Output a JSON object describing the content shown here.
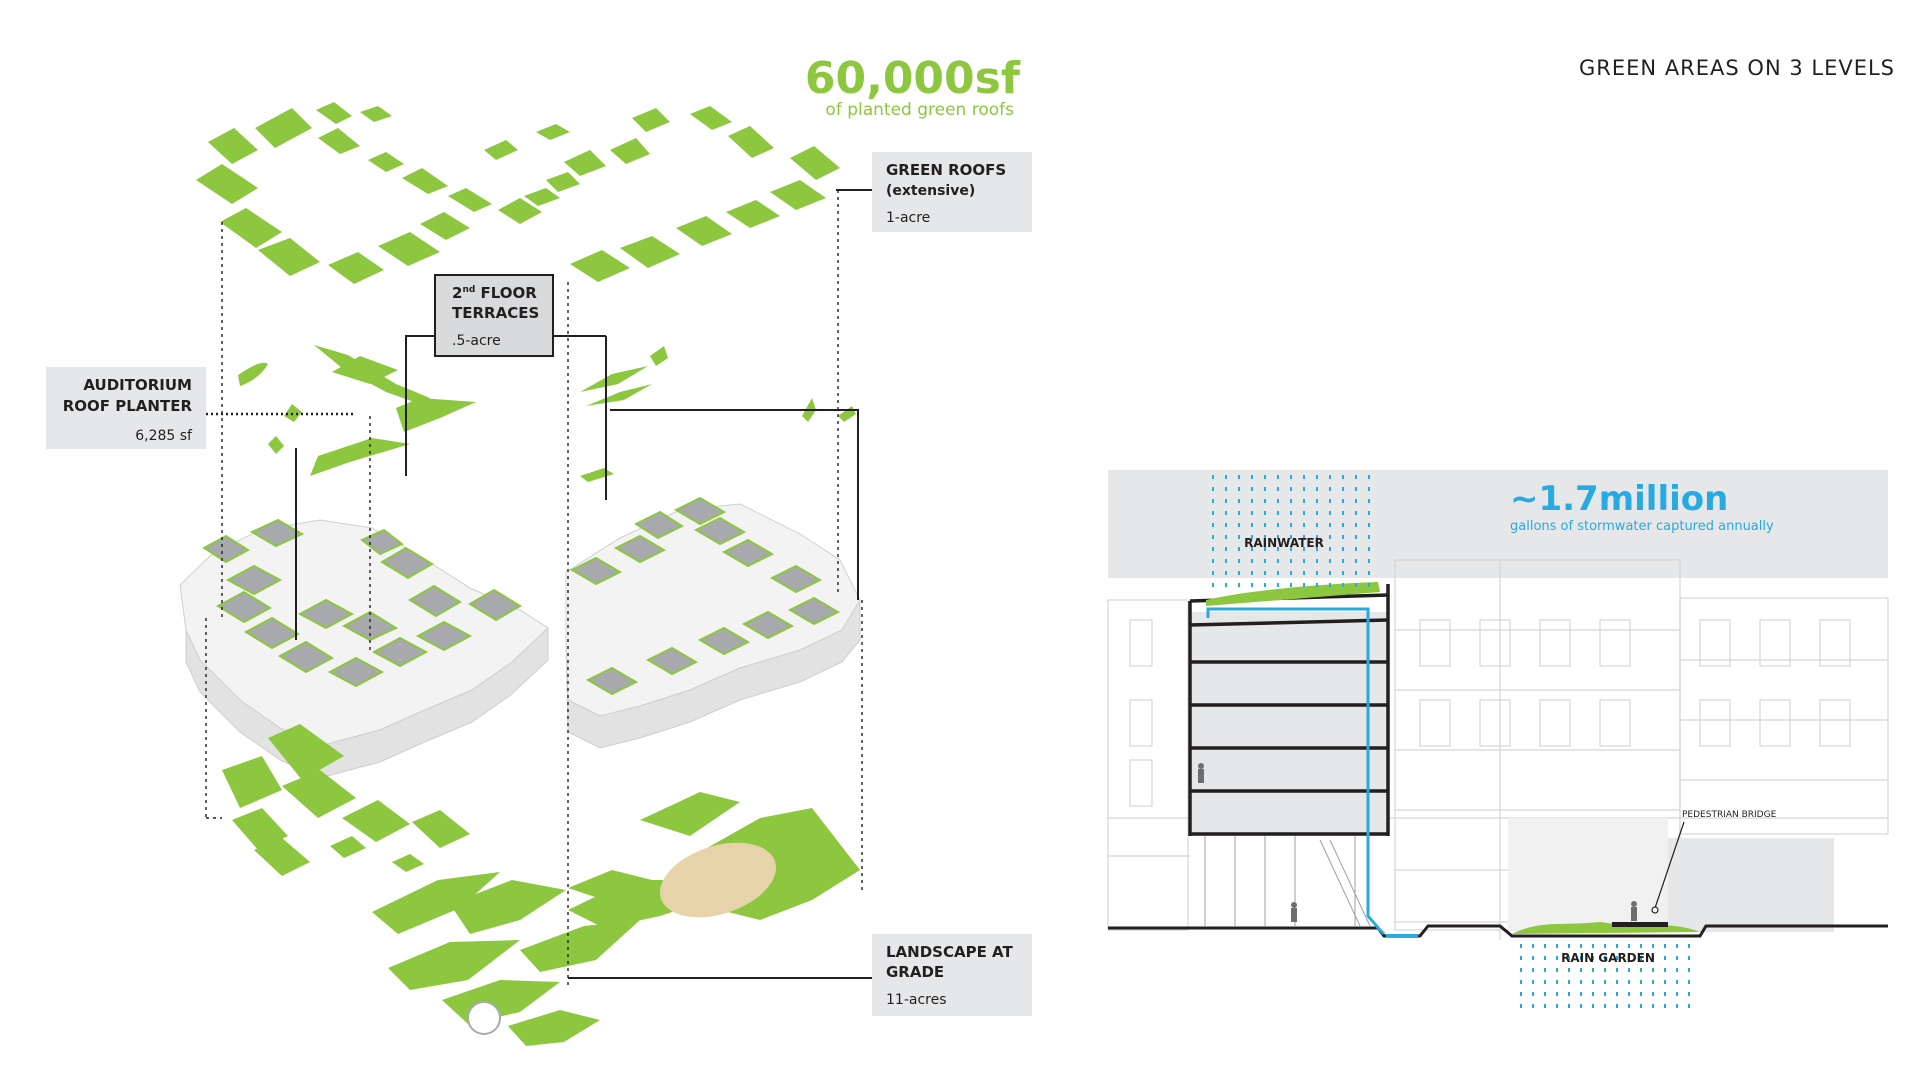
{
  "header": {
    "title": "GREEN AREAS ON 3 LEVELS"
  },
  "left": {
    "stat_value": "60,000sf",
    "stat_caption": "of planted green roofs",
    "labels": {
      "green_roofs": {
        "line1": "GREEN ROOFS",
        "line2": "(extensive)",
        "area": "1-acre"
      },
      "terraces": {
        "line1_num": "2",
        "line1_sup": "nd",
        "line1_rest": " FLOOR",
        "line2": "TERRACES",
        "area": ".5-acre"
      },
      "auditorium": {
        "line1": "AUDITORIUM",
        "line2": "ROOF PLANTER",
        "area": "6,285 sf"
      },
      "landscape": {
        "line1": "LANDSCAPE AT",
        "line2": "GRADE",
        "area": "11-acres"
      }
    }
  },
  "right": {
    "stat_value": "~1.7million",
    "stat_caption": "gallons of stormwater captured annually",
    "labels": {
      "rainwater": "RAINWATER",
      "pedestrian_bridge": "PEDESTRIAN BRIDGE",
      "rain_garden": "RAIN GARDEN"
    }
  },
  "colors": {
    "green": "#8dc63f",
    "blue": "#27aae1",
    "dark": "#231f20",
    "grey_box": "#e6e7e8"
  }
}
